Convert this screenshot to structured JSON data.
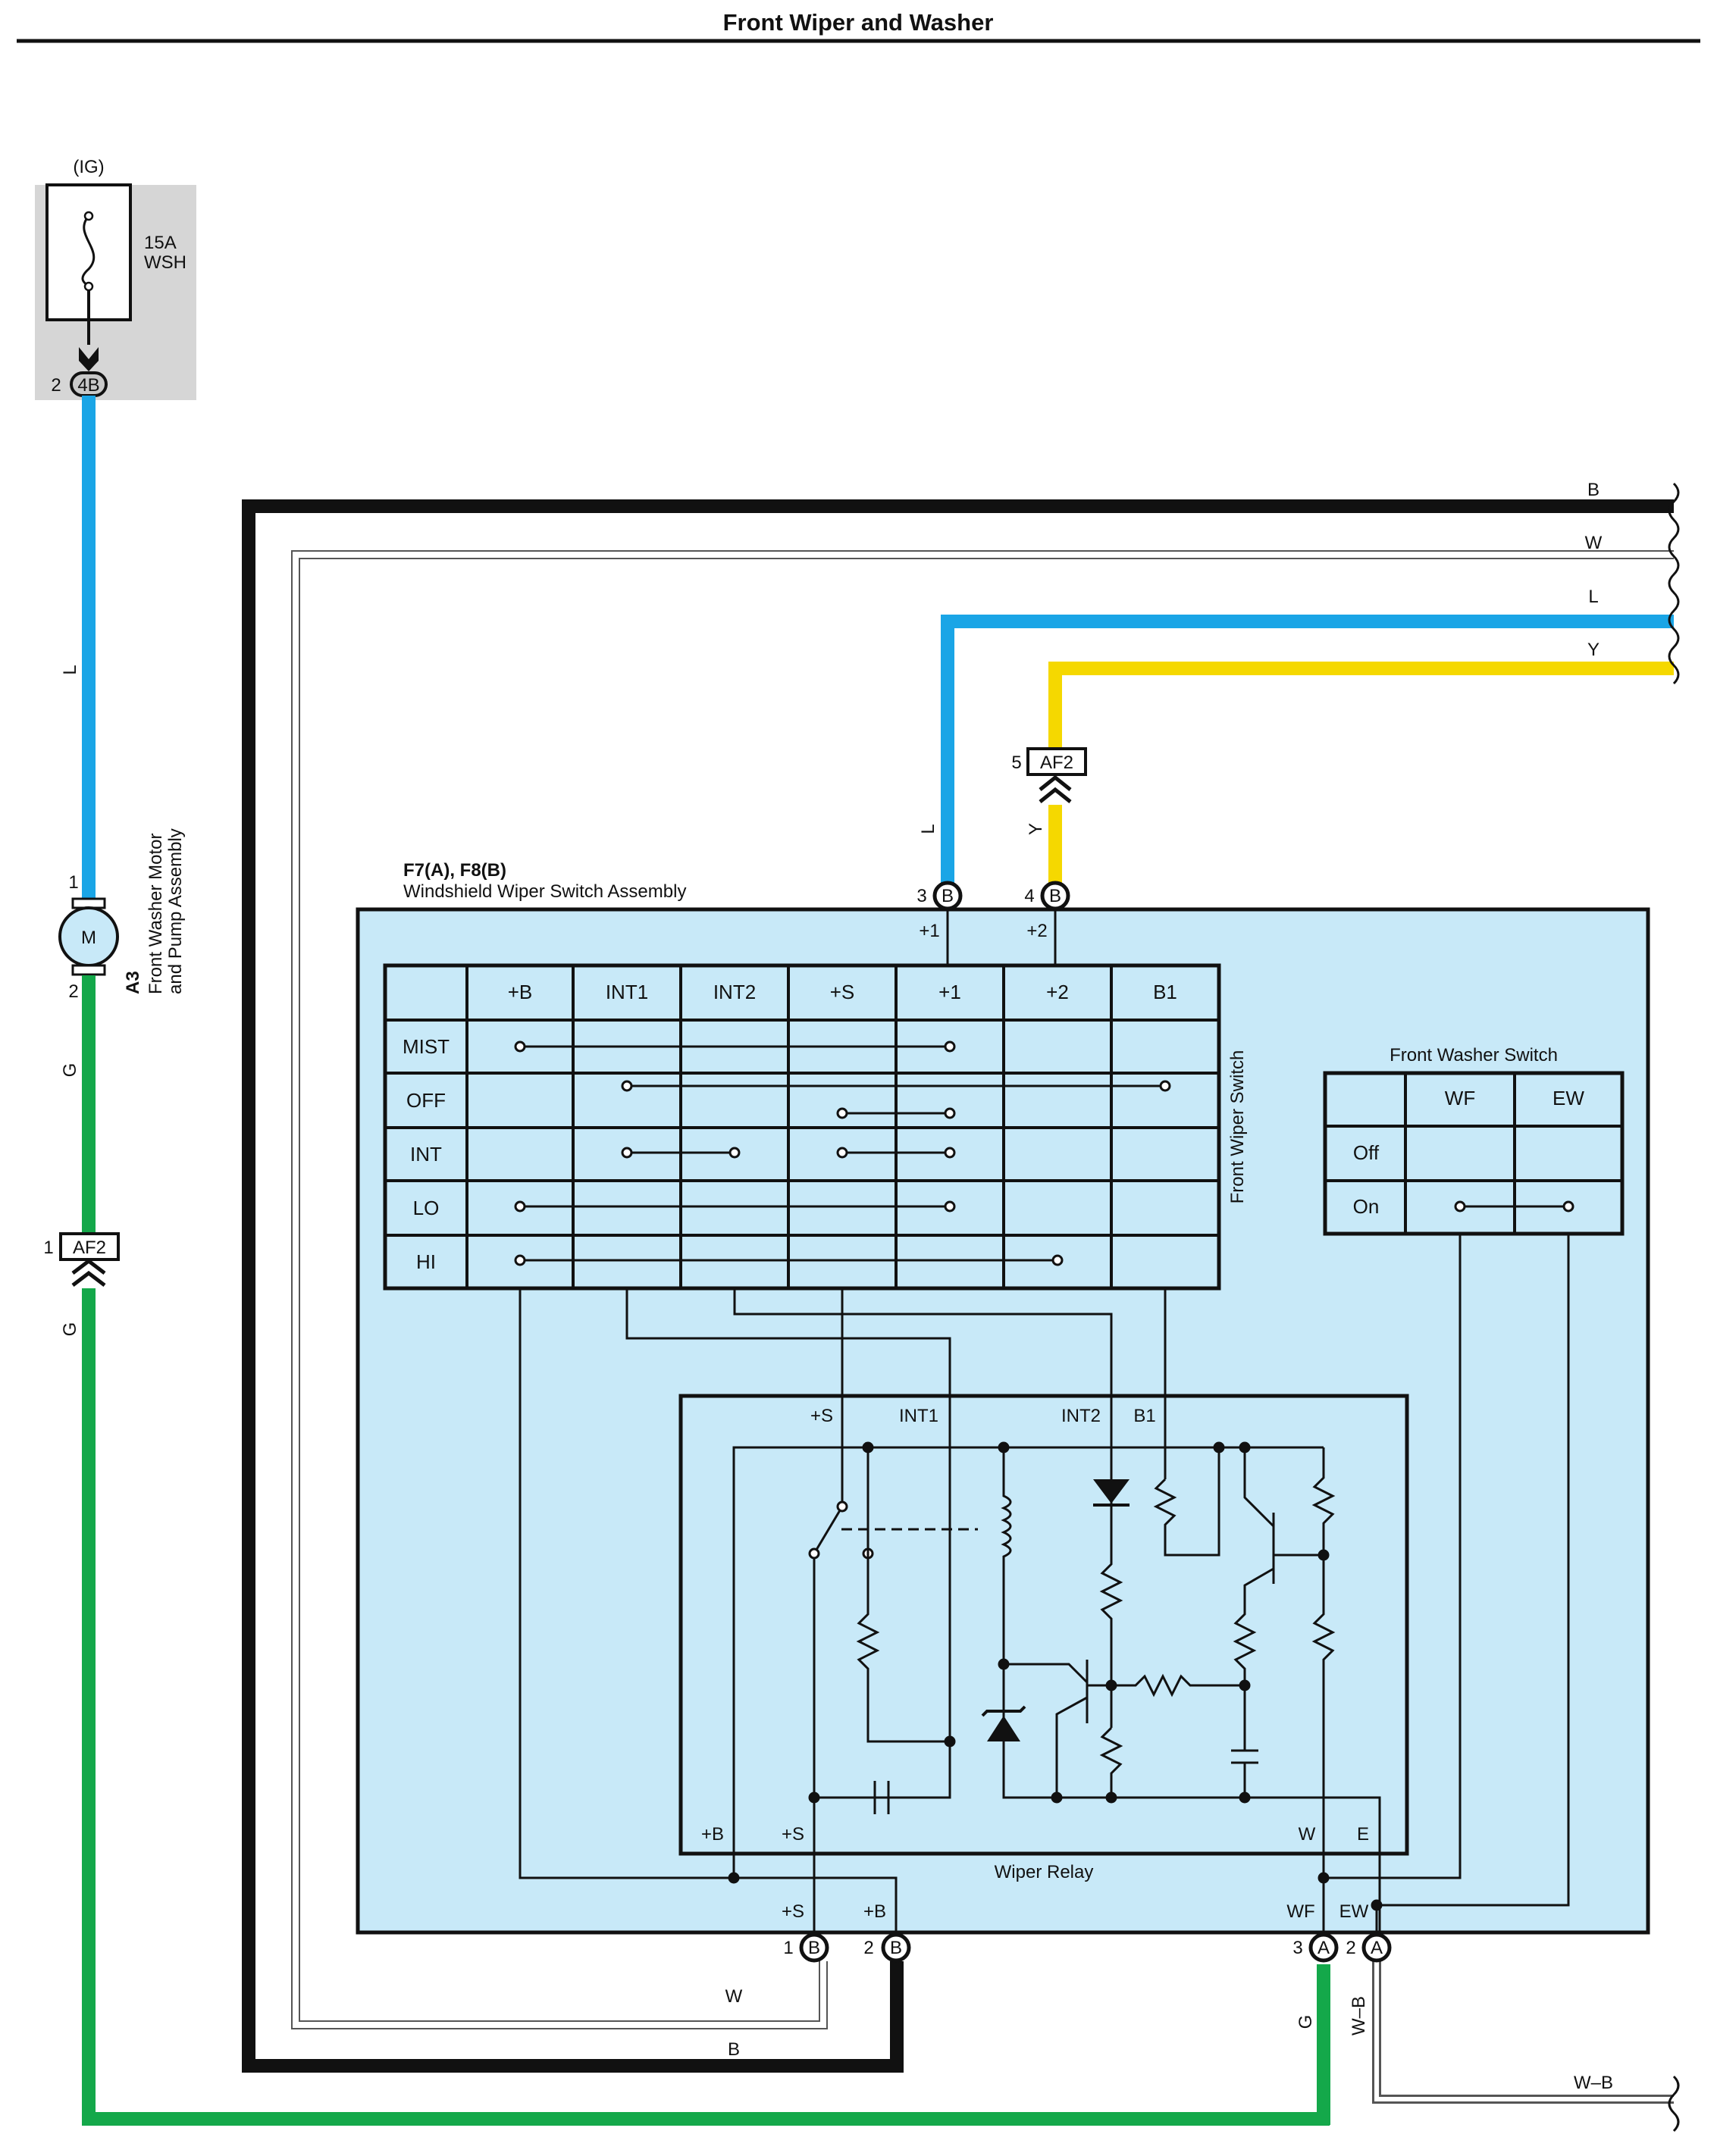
{
  "title": "Front Wiper and Washer",
  "fuse": {
    "source": "(IG)",
    "rating": "15A",
    "name": "WSH",
    "conn_pin": "2",
    "conn_id": "4B"
  },
  "wire_colors": {
    "B": "#111111",
    "W": "#888888",
    "L": "#1aa5e6",
    "Y": "#f5d800",
    "G": "#14a84a"
  },
  "wire_labels": {
    "b": "B",
    "w": "W",
    "l": "L",
    "y": "Y",
    "g": "G",
    "wb": "W–B"
  },
  "motor": {
    "symbol": "M",
    "ref": "A3",
    "name_line1": "Front Washer Motor",
    "name_line2": "and Pump Assembly",
    "pin_top": "1",
    "pin_bottom": "2"
  },
  "af2_left": {
    "pin": "1",
    "id": "AF2"
  },
  "af2_top": {
    "pin": "5",
    "id": "AF2"
  },
  "assembly": {
    "ref": "F7(A), F8(B)",
    "name": "Windshield Wiper Switch Assembly",
    "background": "#c8e9f8"
  },
  "connectors": {
    "l_in": {
      "pin": "3",
      "id": "B",
      "term": "+1"
    },
    "y_in": {
      "pin": "4",
      "id": "B",
      "term": "+2"
    },
    "s_out": {
      "pin": "1",
      "id": "B",
      "term": "+S"
    },
    "b_out": {
      "pin": "2",
      "id": "B",
      "term": "+B"
    },
    "wf_out": {
      "pin": "3",
      "id": "A",
      "term": "WF"
    },
    "ew_out": {
      "pin": "2",
      "id": "A",
      "term": "EW"
    }
  },
  "wiper_switch": {
    "label": "Front Wiper Switch",
    "columns": [
      "+B",
      "INT1",
      "INT2",
      "+S",
      "+1",
      "+2",
      "B1"
    ],
    "rows": [
      "MIST",
      "OFF",
      "INT",
      "LO",
      "HI"
    ]
  },
  "washer_switch": {
    "title": "Front Washer Switch",
    "columns": [
      "WF",
      "EW"
    ],
    "rows": [
      "Off",
      "On"
    ]
  },
  "relay": {
    "name": "Wiper Relay",
    "top_terminals": [
      "+S",
      "INT1",
      "INT2",
      "B1"
    ],
    "bottom_terminals": [
      "+B",
      "+S",
      "W",
      "E"
    ]
  }
}
